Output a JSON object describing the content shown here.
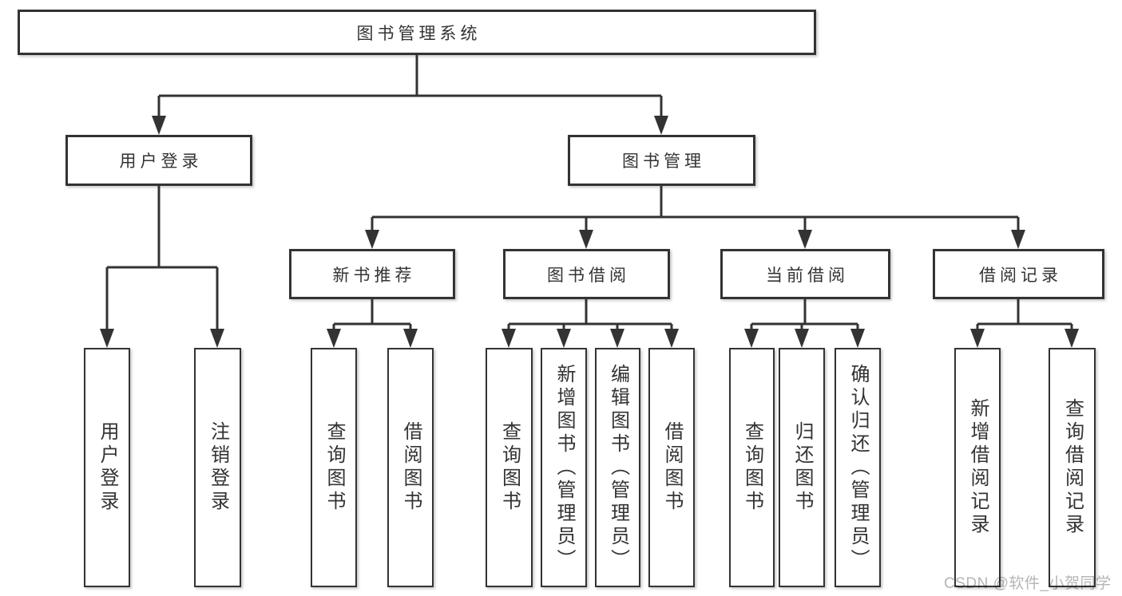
{
  "tree": {
    "root": {
      "label": "图书管理系统"
    },
    "branches": [
      {
        "label": "用户登录",
        "children": [
          "用户登录",
          "注销登录"
        ]
      },
      {
        "label": "图书管理",
        "groups": [
          {
            "label": "新书推荐",
            "children": [
              "查询图书",
              "借阅图书"
            ]
          },
          {
            "label": "图书借阅",
            "children": [
              "查询图书",
              "新增图书（管理员）",
              "编辑图书（管理员）",
              "借阅图书"
            ]
          },
          {
            "label": "当前借阅",
            "children": [
              "查询图书",
              "归还图书",
              "确认归还（管理员）"
            ]
          },
          {
            "label": "借阅记录",
            "children": [
              "新增借阅记录",
              "查询借阅记录"
            ]
          }
        ]
      }
    ]
  },
  "watermark": {
    "text": "CSDN @软件_小贺同学"
  },
  "colors": {
    "line": "#333333",
    "text": "#333333",
    "box_background": "#ffffff",
    "watermark": "#b5b5b5",
    "page_background": "#ffffff"
  }
}
